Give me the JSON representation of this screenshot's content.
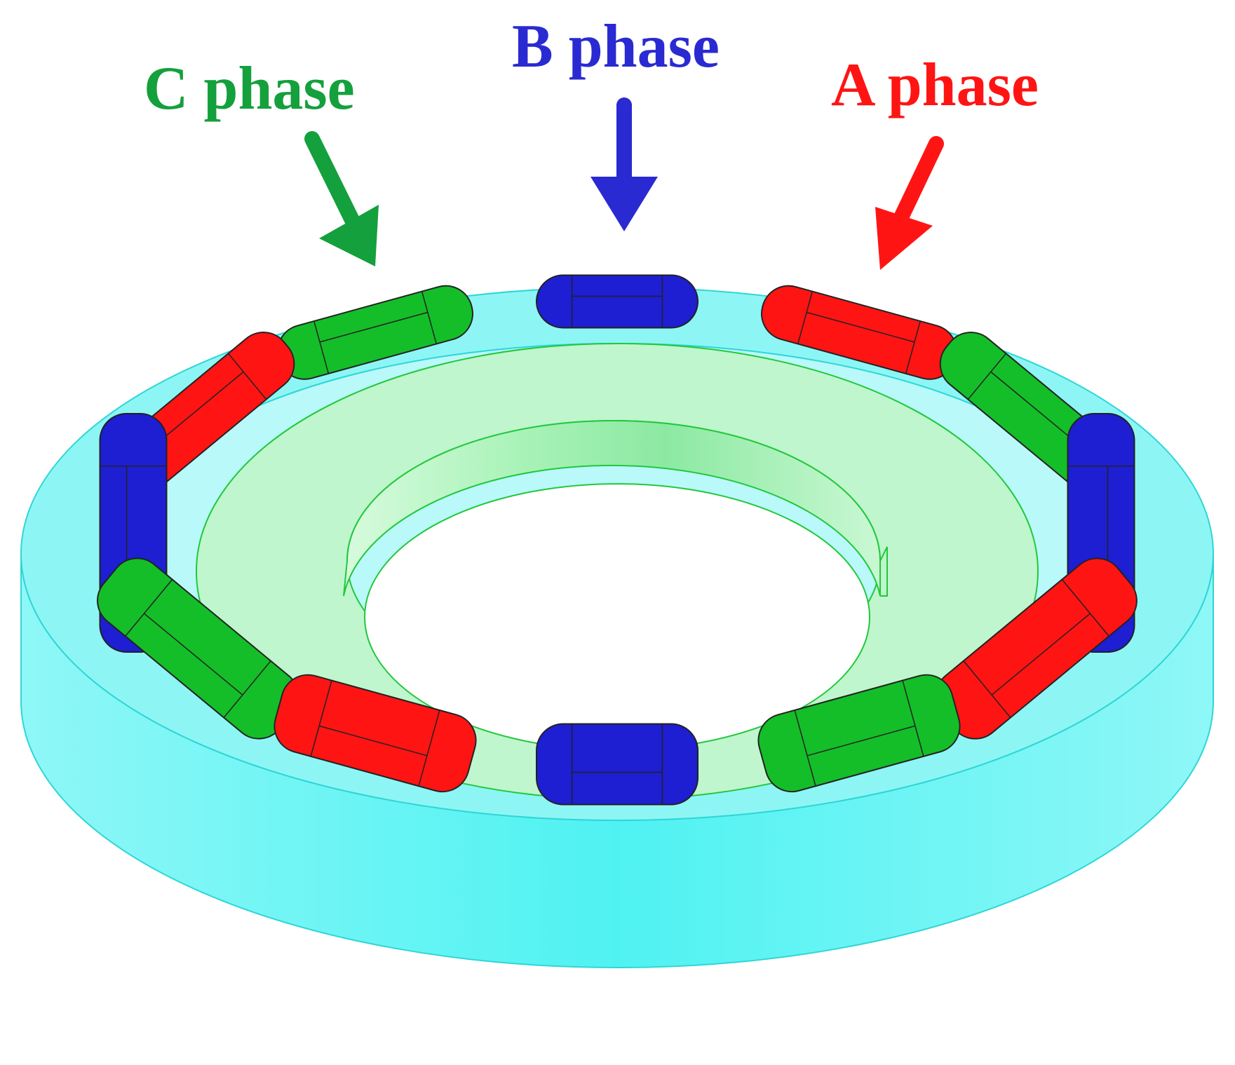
{
  "labels": {
    "c_phase": "C phase",
    "b_phase": "B phase",
    "a_phase": "A phase"
  },
  "colors": {
    "a_phase": "#ff1414",
    "b_phase": "#1e1ed2",
    "c_phase": "#14be28",
    "stator": "#5ff5f5",
    "rotor": "#b4f5c8"
  },
  "coil_sequence": [
    "B",
    "A",
    "C",
    "B",
    "A",
    "C",
    "B",
    "A",
    "C",
    "B",
    "A",
    "C"
  ]
}
